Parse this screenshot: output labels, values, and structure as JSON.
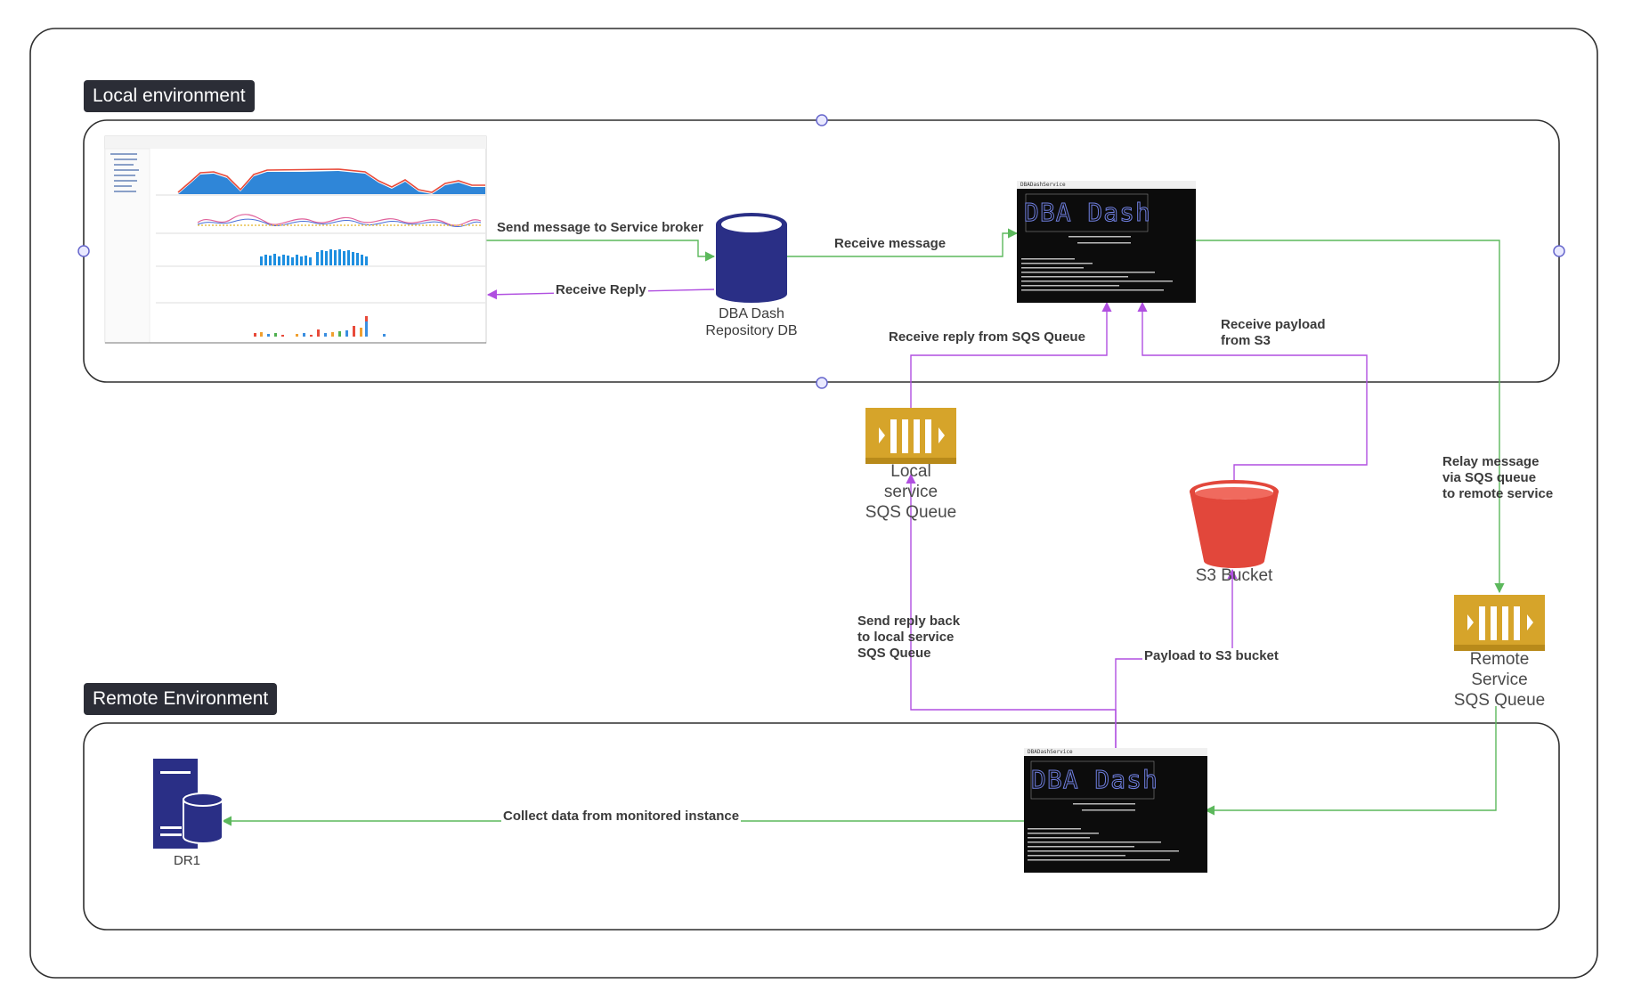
{
  "environments": {
    "local": "Local environment",
    "remote": "Remote Environment"
  },
  "nodes": {
    "repo_db": "DBA Dash\nRepository DB",
    "local_queue": "Local\nservice\nSQS Queue",
    "s3_bucket": "S3 Bucket",
    "remote_queue": "Remote\nService\nSQS Queue",
    "dr1": "DR1",
    "terminal_title": "DBADashService",
    "terminal_banner": "DBA Dash"
  },
  "edges": {
    "send_to_broker": "Send message to Service broker",
    "receive_reply": "Receive Reply",
    "receive_message": "Receive message",
    "receive_reply_sqs": "Receive reply from SQS Queue",
    "receive_payload_s3": "Receive payload\nfrom S3",
    "relay_message": "Relay message\nvia SQS queue\nto remote service",
    "send_reply_back": "Send reply back\nto local service\nSQS Queue",
    "payload_to_s3": "Payload to S3 bucket",
    "collect_data": "Collect data from monitored instance"
  },
  "colors": {
    "green_edge": "#5cb85c",
    "purple_edge": "#b04fe0",
    "container_border": "#2f2f2f",
    "env_label_bg": "#2b2d36",
    "db_blue": "#2a2f86",
    "queue_gold": "#d6a42a",
    "bucket_red": "#e2473b"
  },
  "icons": [
    "database-icon",
    "sqs-queue-icon",
    "s3-bucket-icon",
    "server-database-icon",
    "terminal-window",
    "dashboard-screenshot"
  ]
}
